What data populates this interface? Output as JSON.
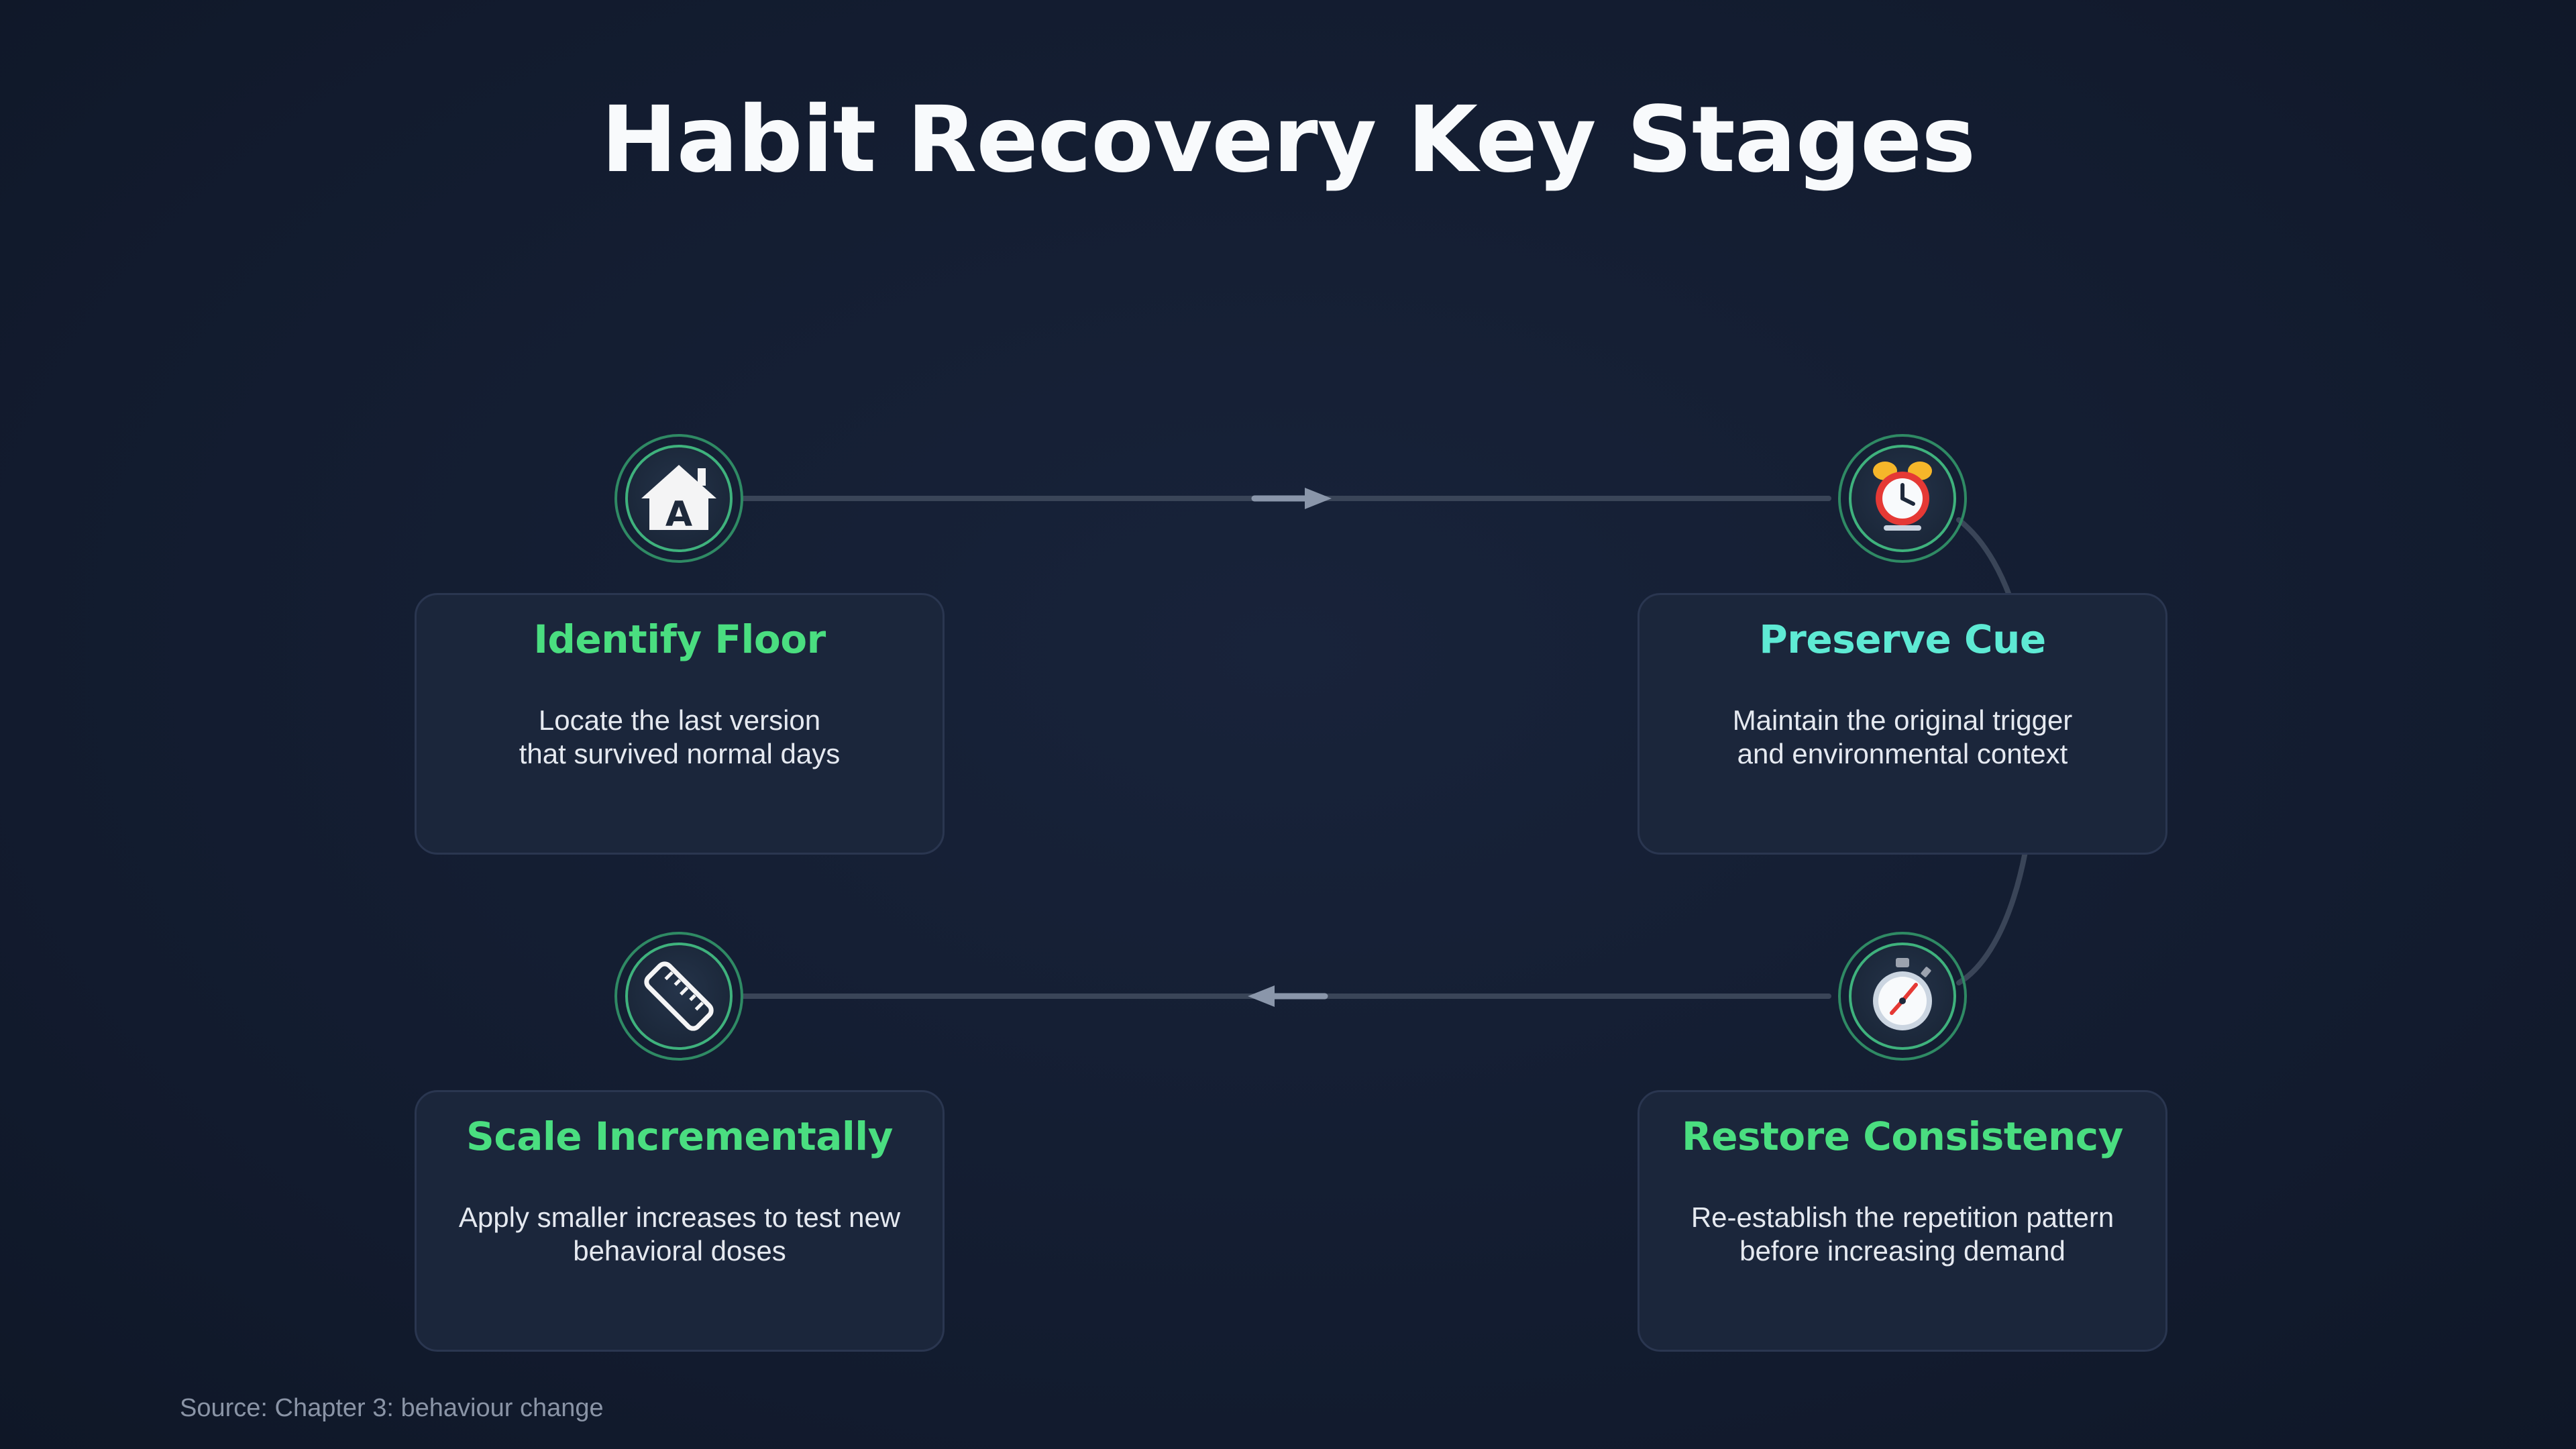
{
  "title": "Habit Recovery Key Stages",
  "stages": [
    {
      "title": "Identify Floor",
      "description": "Locate the last version\nthat survived normal days",
      "icon": "house-icon"
    },
    {
      "title": "Preserve Cue",
      "description": "Maintain the original trigger\nand environmental context",
      "icon": "alarm-clock-icon"
    },
    {
      "title": "Restore Consistency",
      "description": "Re-establish the repetition pattern\nbefore increasing demand",
      "icon": "stopwatch-icon"
    },
    {
      "title": "Scale Incrementally",
      "description": "Apply smaller increases to test new\nbehavioral doses",
      "icon": "ruler-icon"
    }
  ],
  "colors": {
    "background": "#141d31",
    "card": "#1b263b",
    "accent_green": "#4ade80",
    "accent_teal": "#5eead4",
    "connector": "#3a4558"
  },
  "source": "Source: Chapter 3: behaviour change"
}
